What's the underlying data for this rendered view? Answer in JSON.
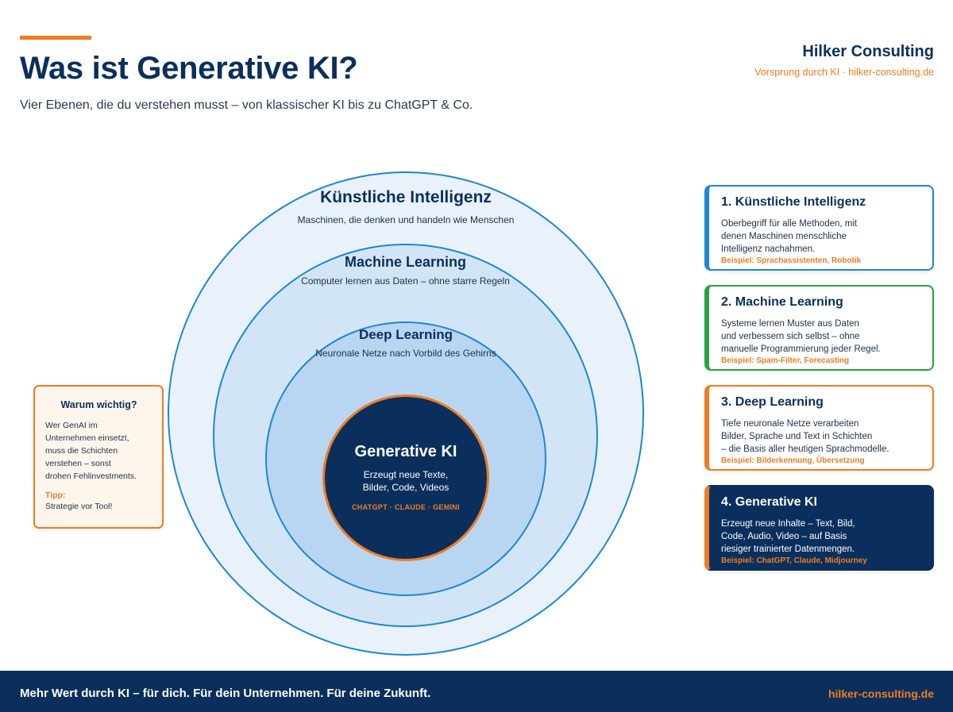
{
  "header": {
    "title": "Was ist Generative KI?",
    "subtitle": "Vier Ebenen, die du verstehen musst – von klassischer KI bis zu ChatGPT & Co."
  },
  "brand": {
    "name": "Hilker Consulting",
    "tagline": "Vorsprung durch KI · hilker-consulting.de"
  },
  "diagram": {
    "ai": {
      "title": "Künstliche Intelligenz",
      "desc": "Maschinen, die denken und handeln wie Menschen"
    },
    "ml": {
      "title": "Machine Learning",
      "desc": "Computer lernen aus Daten – ohne starre Regeln"
    },
    "dl": {
      "title": "Deep Learning",
      "desc": "Neuronale Netze nach Vorbild des Gehirns"
    },
    "gen": {
      "title": "Generative KI",
      "desc_line1": "Erzeugt neue Texte,",
      "desc_line2": "Bilder, Code, Videos",
      "tools": "CHATGPT · CLAUDE · GEMINI"
    }
  },
  "note": {
    "title": "Warum wichtig?",
    "lines": [
      "Wer GenAI im",
      "Unternehmen einsetzt,",
      "muss die Schichten",
      "verstehen – sonst",
      "drohen Fehlinvestments."
    ],
    "tip_label": "Tipp:",
    "tip_text": "Strategie vor Tool!"
  },
  "cards": [
    {
      "title": "1. Künstliche Intelligenz",
      "lines": [
        "Oberbegriff für alle Methoden, mit",
        "denen Maschinen menschliche",
        "Intelligenz nachahmen."
      ],
      "example": "Beispiel: Sprachassistenten, Robotik"
    },
    {
      "title": "2. Machine Learning",
      "lines": [
        "Systeme lernen Muster aus Daten",
        "und verbessern sich selbst – ohne",
        "manuelle Programmierung jeder Regel."
      ],
      "example": "Beispiel: Spam-Filter, Forecasting"
    },
    {
      "title": "3. Deep Learning",
      "lines": [
        "Tiefe neuronale Netze verarbeiten",
        "Bilder, Sprache und Text in Schichten",
        "– die Basis aller heutigen Sprachmodelle."
      ],
      "example": "Beispiel: Bilderkennung, Übersetzung"
    },
    {
      "title": "4. Generative KI",
      "lines": [
        "Erzeugt neue Inhalte – Text, Bild,",
        "Code, Audio, Video – auf Basis",
        "riesiger trainierter Datenmengen."
      ],
      "example": "Beispiel: ChatGPT, Claude, Midjourney"
    }
  ],
  "footer": {
    "claim": "Mehr Wert durch KI – für dich. Für dein Unternehmen. Für deine Zukunft.",
    "url": "hilker-consulting.de"
  },
  "colors": {
    "navy": "#0b2f5c",
    "orange": "#ee7d22",
    "blue": "#1f86d6",
    "green": "#2ea043"
  }
}
